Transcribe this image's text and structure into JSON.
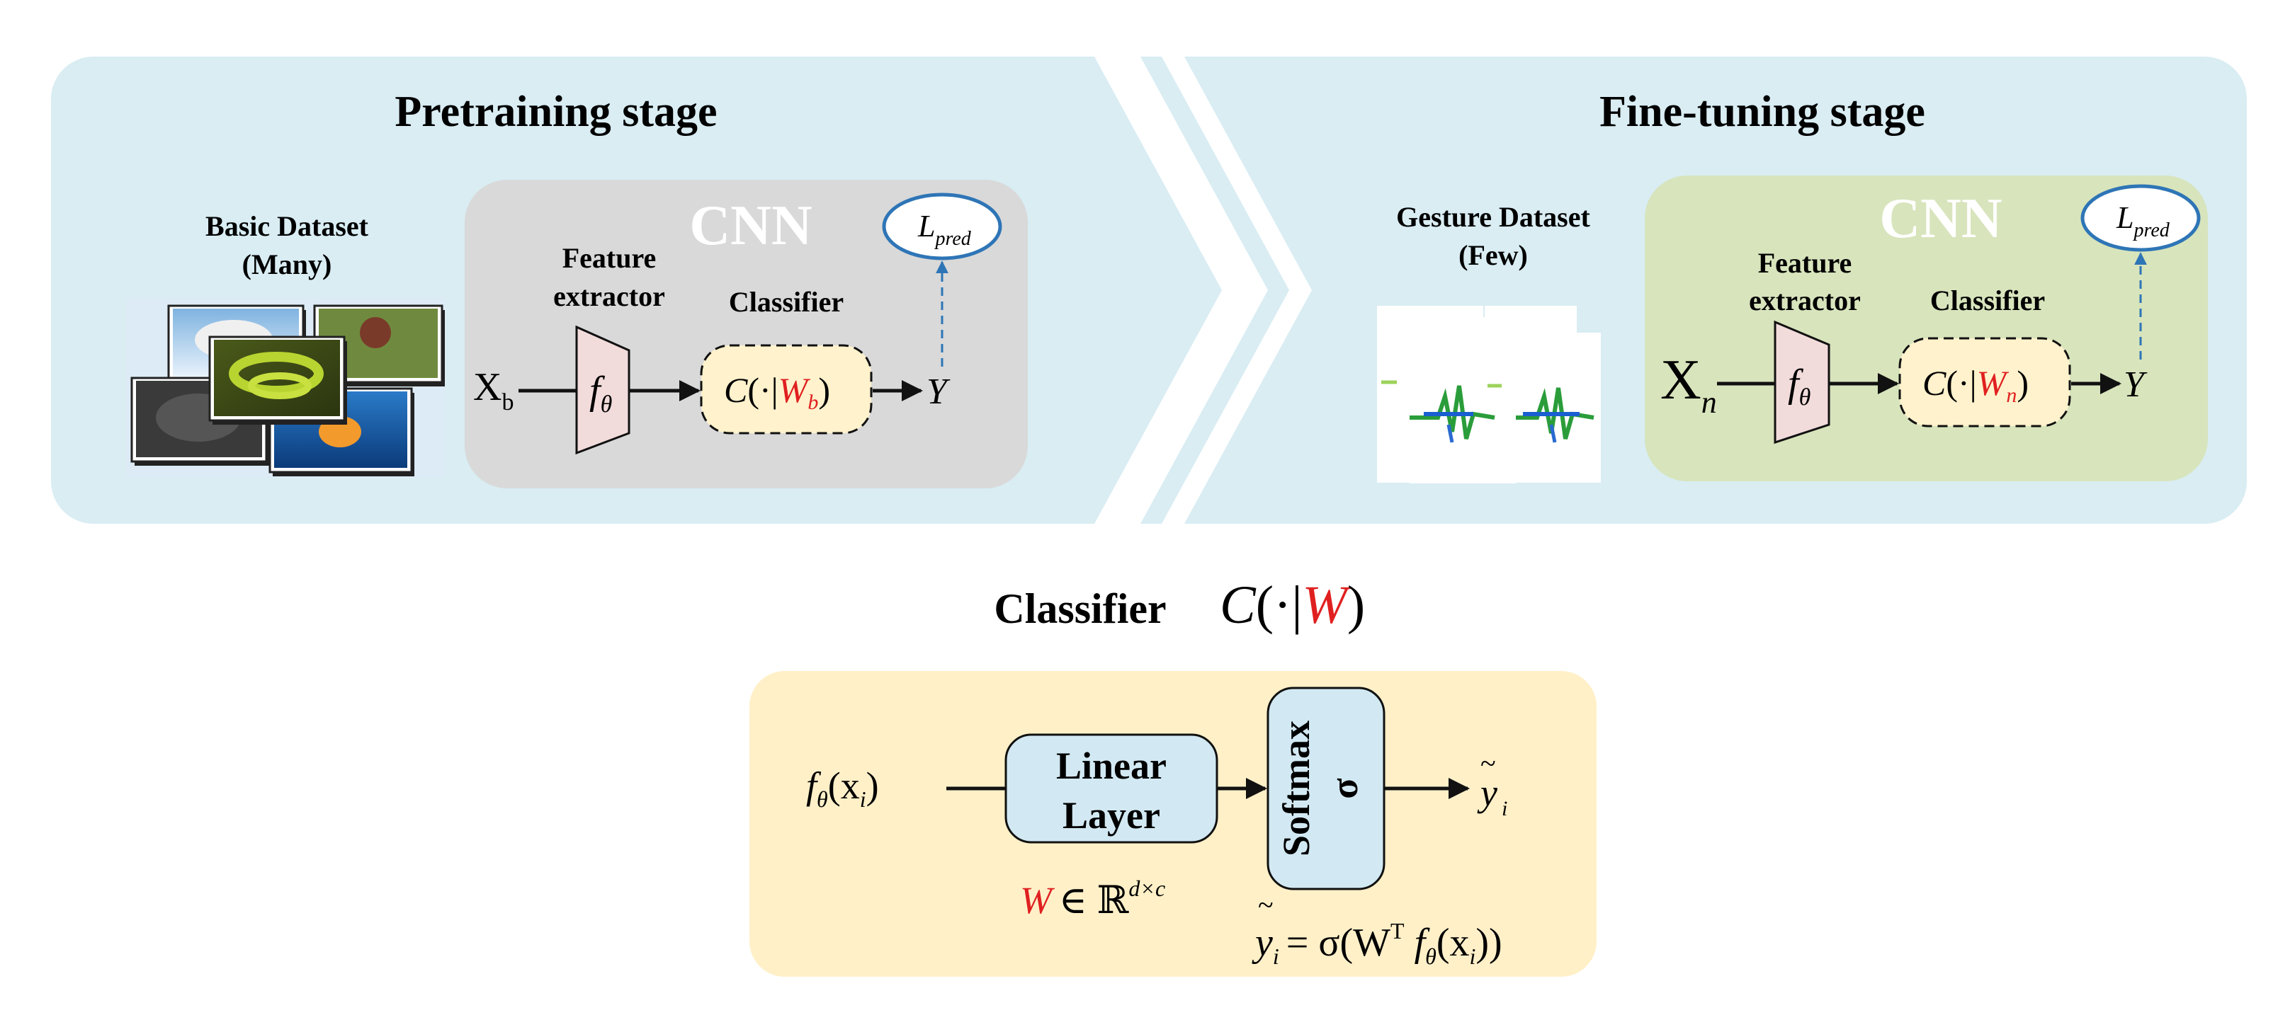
{
  "pretraining": {
    "title": "Pretraining stage",
    "dataset_line1": "Basic Dataset",
    "dataset_line2": "(Many)",
    "cnn_label": "CNN",
    "feature_line1": "Feature",
    "feature_line2": "extractor",
    "classifier_label": "Classifier",
    "input_main": "X",
    "input_sub": "b",
    "f_main": "f",
    "f_sub": "θ",
    "c_prefix": "C",
    "c_dot": "(·|",
    "c_w": "W",
    "c_wsub": "b",
    "c_close": ")",
    "output": "Y",
    "loss_main": "L",
    "loss_sub": "pred"
  },
  "finetuning": {
    "title": "Fine-tuning stage",
    "dataset_line1": "Gesture Dataset",
    "dataset_line2": "(Few)",
    "cnn_label": "CNN",
    "feature_line1": "Feature",
    "feature_line2": "extractor",
    "classifier_label": "Classifier",
    "input_main": "X",
    "input_sub": "n",
    "f_main": "f",
    "f_sub": "θ",
    "c_prefix": "C",
    "c_dot": "(·|",
    "c_w": "W",
    "c_wsub": "n",
    "c_close": ")",
    "output": "Y",
    "loss_main": "L",
    "loss_sub": "pred"
  },
  "classifier_detail": {
    "heading": "Classifier",
    "formula_c": "C",
    "formula_dot": "(·|",
    "formula_w": "W",
    "formula_close": ")",
    "input_f": "f",
    "input_sub": "θ",
    "input_arg": "(x",
    "input_arg_sub": "i",
    "input_close": ")",
    "linear_line1": "Linear",
    "linear_line2": "Layer",
    "softmax_label": "Softmax",
    "sigma_label": "σ",
    "output_y": "y",
    "output_tilde": "~",
    "output_sub": "i",
    "weight_w": "W",
    "weight_in": "∈ ℝ",
    "weight_dims": "d×c",
    "eq_lhs": "y",
    "eq_lhs_sub": "i",
    "eq_rhs": "= σ(W",
    "eq_t": "T",
    "eq_f": " f",
    "eq_fsub": "θ",
    "eq_arg": "(x",
    "eq_argsub": "i",
    "eq_close": "))"
  },
  "colors": {
    "panel_blue": "#d9edf3",
    "cnn_gray": "#d9d9d9",
    "cnn_green": "#d8e4bc",
    "feature_pink": "#f2dcdb",
    "classifier_cream": "#fff2cc",
    "detail_panel": "#fff0c8",
    "box_blue": "#d2e9f3",
    "loss_stroke": "#2e75b6",
    "red_weight": "#e02020",
    "white_text": "#ffffff"
  },
  "icons": {
    "photo_stack": "image-stack-icon",
    "gesture_images": "spectrogram-images-icon"
  }
}
